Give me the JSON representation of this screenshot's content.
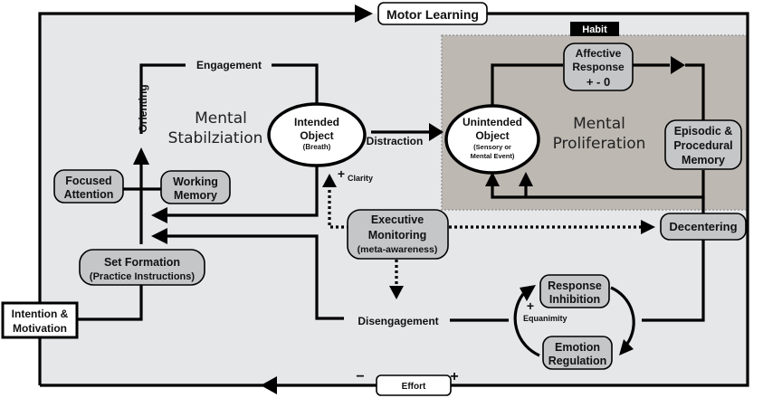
{
  "diagram": {
    "title_top": "Motor Learning",
    "effort": {
      "label": "Effort",
      "minus": "−",
      "plus": "+"
    },
    "regions": {
      "stabilization": [
        "Mental",
        "Stabilziation"
      ],
      "proliferation": [
        "Mental",
        "Proliferation"
      ],
      "habit_label": "Habit"
    },
    "nodes": {
      "intention": [
        "Intention &",
        "Motivation"
      ],
      "set_formation": [
        "Set Formation",
        "(Practice Instructions)"
      ],
      "focused_attention": [
        "Focused",
        "Attention"
      ],
      "working_memory": [
        "Working",
        "Memory"
      ],
      "intended_object": [
        "Intended",
        "Object",
        "(Breath)"
      ],
      "unintended_object": [
        "Unintended",
        "Object",
        "(Sensory or",
        "Mental Event)"
      ],
      "affective_response": [
        "Affective",
        "Response",
        "+ - 0"
      ],
      "episodic_memory": [
        "Episodic &",
        "Procedural",
        "Memory"
      ],
      "executive_monitoring": [
        "Executive",
        "Monitoring",
        "(meta-awareness)"
      ],
      "decentering": "Decentering",
      "response_inhibition": [
        "Response",
        "Inhibition"
      ],
      "emotion_regulation": [
        "Emotion",
        "Regulation"
      ]
    },
    "edges": {
      "engagement": "Engagement",
      "orienting": "Orienting",
      "distraction": "Distraction",
      "clarity": "Clarity",
      "clarity_sign": "+",
      "disengagement": "Disengagement",
      "equanimity": "Equanimity",
      "equanimity_sign": "+"
    },
    "colors": {
      "outer_fill": "#e6e7e9",
      "proliferation_fill": "#bdb8b2",
      "node_fill": "#c5c6c8",
      "habit_fill": "#000000"
    }
  }
}
